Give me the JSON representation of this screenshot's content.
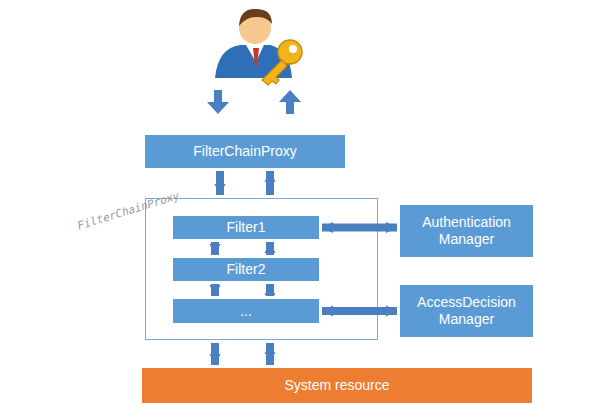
{
  "diagram": {
    "nodes": [
      {
        "text": [
          "FilterChainProxy"
        ]
      },
      {
        "text": [
          "FilterChainProxy"
        ]
      },
      {
        "text": [
          "Filter1"
        ],
        "in": 1
      },
      {
        "text": [
          "Filter2"
        ],
        "in": 1
      },
      {
        "text": [
          "..."
        ],
        "in": 1
      },
      {
        "text": [
          "Authentication Manager"
        ]
      },
      {
        "text": [
          "AccessDecision Manager"
        ]
      },
      {
        "text": [
          "System resource"
        ]
      }
    ],
    "edges": [
      {
        "from": 0,
        "to": 1,
        "arrow": "to"
      },
      {
        "from": 1,
        "to": 0,
        "arrow": "to"
      },
      {
        "from": 2,
        "to": 3,
        "arrow": "to"
      },
      {
        "from": 3,
        "to": 2,
        "arrow": "to"
      },
      {
        "from": 3,
        "to": 4,
        "arrow": "to"
      },
      {
        "from": 4,
        "to": 3,
        "arrow": "to"
      },
      {
        "from": 2,
        "to": 5,
        "arrow": "both"
      },
      {
        "from": 4,
        "to": 6,
        "arrow": "both"
      },
      {
        "from": 1,
        "to": 7,
        "arrow": "to"
      },
      {
        "from": 7,
        "to": 1,
        "arrow": "to"
      }
    ]
  }
}
